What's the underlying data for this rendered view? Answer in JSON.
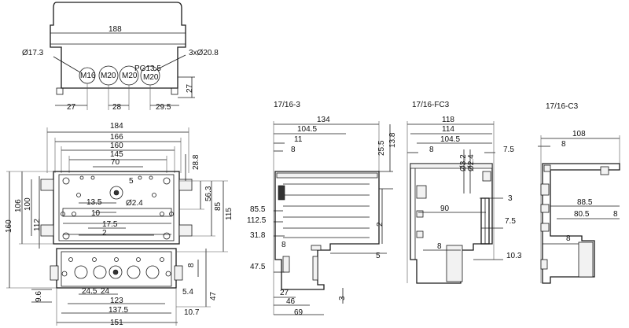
{
  "top_view": {
    "width_188": "188",
    "dia_17_3": "Ø17.3",
    "dia_3x20_8": "3xØ20.8",
    "pg13_5": "PG13.5",
    "m16": "M16",
    "m20_a": "M20",
    "m20_b": "M20",
    "m20_c": "M20",
    "dim_27_left": "27",
    "dim_28": "28",
    "dim_29_5": "29.5",
    "dim_27_right": "27"
  },
  "front_view": {
    "w184": "184",
    "w166": "166",
    "w160": "160",
    "w145": "145",
    "w70": "70",
    "d5": "5",
    "d13_5": "13.5",
    "d2_4": "Ø2.4",
    "d10": "10",
    "d17_5": "17.5",
    "d2": "2",
    "r28_8": "28.8",
    "r56_3": "56.3",
    "r85": "85",
    "r115": "115",
    "r8": "8",
    "r47": "47",
    "r5_4": "5.4",
    "l160": "160",
    "l106": "106",
    "l100": "100",
    "l112": "112",
    "l9_6": "9.6",
    "b24_5": "24.5",
    "b24": "24",
    "b123": "123",
    "b137_5": "137.5",
    "b10_7": "10.7",
    "b151": "151"
  },
  "section_1": {
    "title": "17/16-3",
    "w134": "134",
    "w104_5": "104.5",
    "d11": "11",
    "d8": "8",
    "r25_5": "25.5",
    "r13_8": "13.8",
    "r2": "2",
    "r5": "5",
    "l85_5": "85.5",
    "l112_5": "112.5",
    "l31_8": "31.8",
    "l8": "8",
    "l47_5": "47.5",
    "b27": "27",
    "b46": "46",
    "b69": "69",
    "b3": "3"
  },
  "section_2": {
    "title": "17/16-FC3",
    "w118": "118",
    "w114": "114",
    "w104_5": "104.5",
    "d8": "8",
    "d7_5": "7.5",
    "d3_2": "Ø3.2",
    "d2_4": "Ø2.4",
    "d3": "3",
    "d90": "90",
    "d7_5b": "7.5",
    "d8b": "8",
    "d10_3": "10.3"
  },
  "section_3": {
    "title": "17/16-C3",
    "w108": "108",
    "d8": "8",
    "d88_5": "88.5",
    "d80_5": "80.5",
    "d8_right": "8",
    "d8_bottom": "8"
  }
}
